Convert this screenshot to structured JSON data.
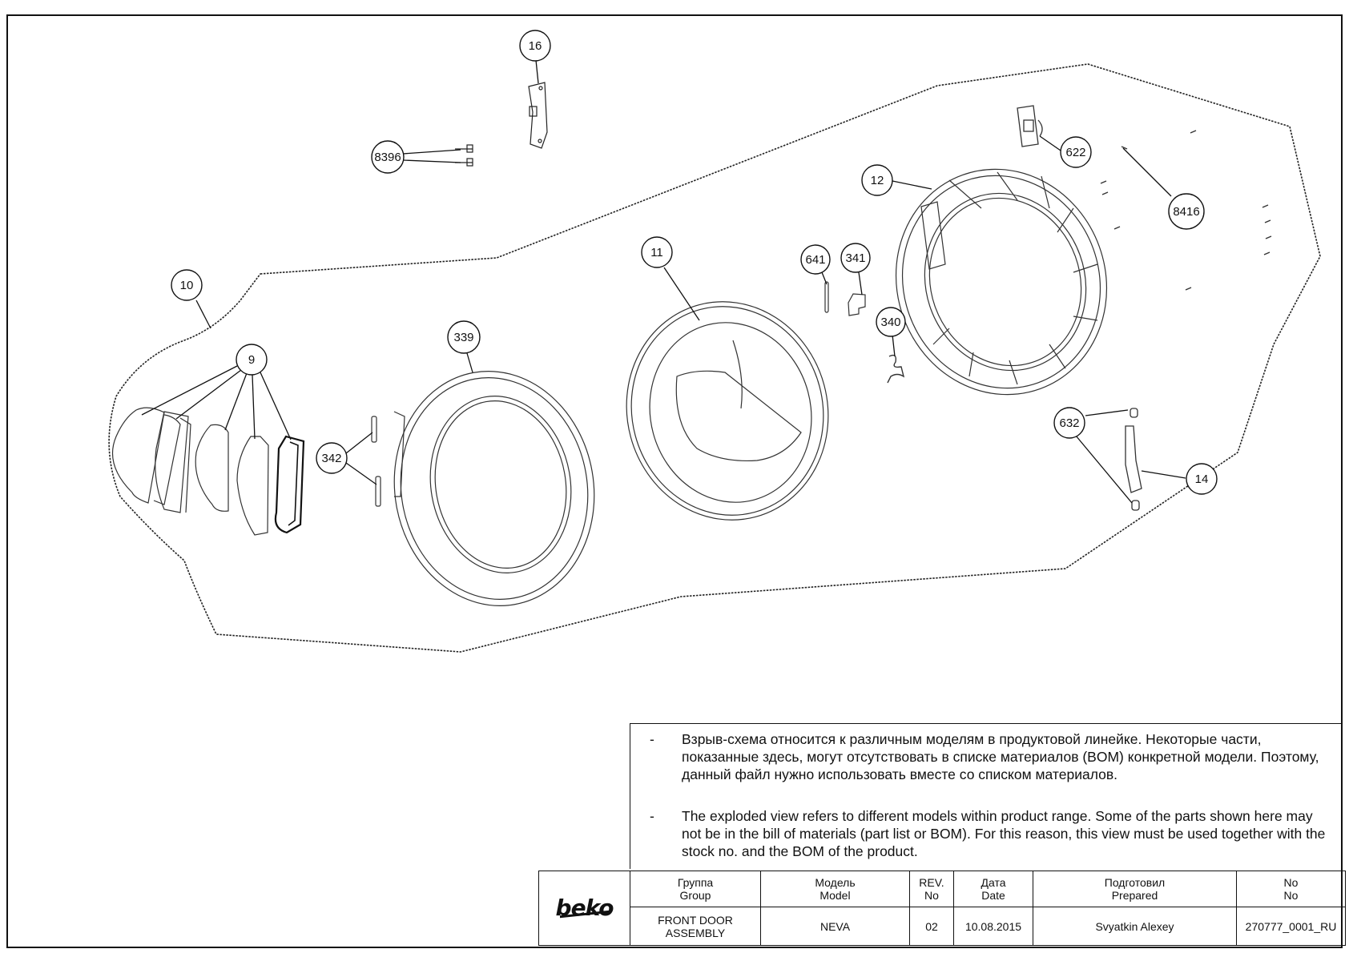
{
  "callouts": [
    "16",
    "8396",
    "10",
    "9",
    "342",
    "339",
    "11",
    "641",
    "341",
    "340",
    "12",
    "622",
    "8416",
    "632",
    "14"
  ],
  "notes": {
    "ru_dash": "-",
    "ru": "Взрыв-схема относится к различным моделям в продуктовой линейке. Некоторые части, показанные здесь, могут отсутствовать в списке материалов (BOM) конкретной модели. Поэтому, данный файл нужно использовать вместе со списком материалов.",
    "en_dash": "-",
    "en": "The exploded view refers to different models within product range. Some of the parts shown here may not be in the bill of materials (part list or BOM). For this reason, this view must be used together with the stock no. and the BOM of the product."
  },
  "title_block": {
    "logo": "beko",
    "headers": {
      "group_ru": "Группа",
      "group_en": "Group",
      "model_ru": "Модель",
      "model_en": "Model",
      "rev_1": "REV.",
      "rev_2": "No",
      "date_ru": "Дата",
      "date_en": "Date",
      "prepared_ru": "Подготовил",
      "prepared_en": "Prepared",
      "no_ru": "No",
      "no_en": "No"
    },
    "values": {
      "group": "FRONT DOOR ASSEMBLY",
      "model": "NEVA",
      "rev": "02",
      "date": "10.08.2015",
      "prepared": "Svyatkin Alexey",
      "no": "270777_0001_RU"
    }
  }
}
